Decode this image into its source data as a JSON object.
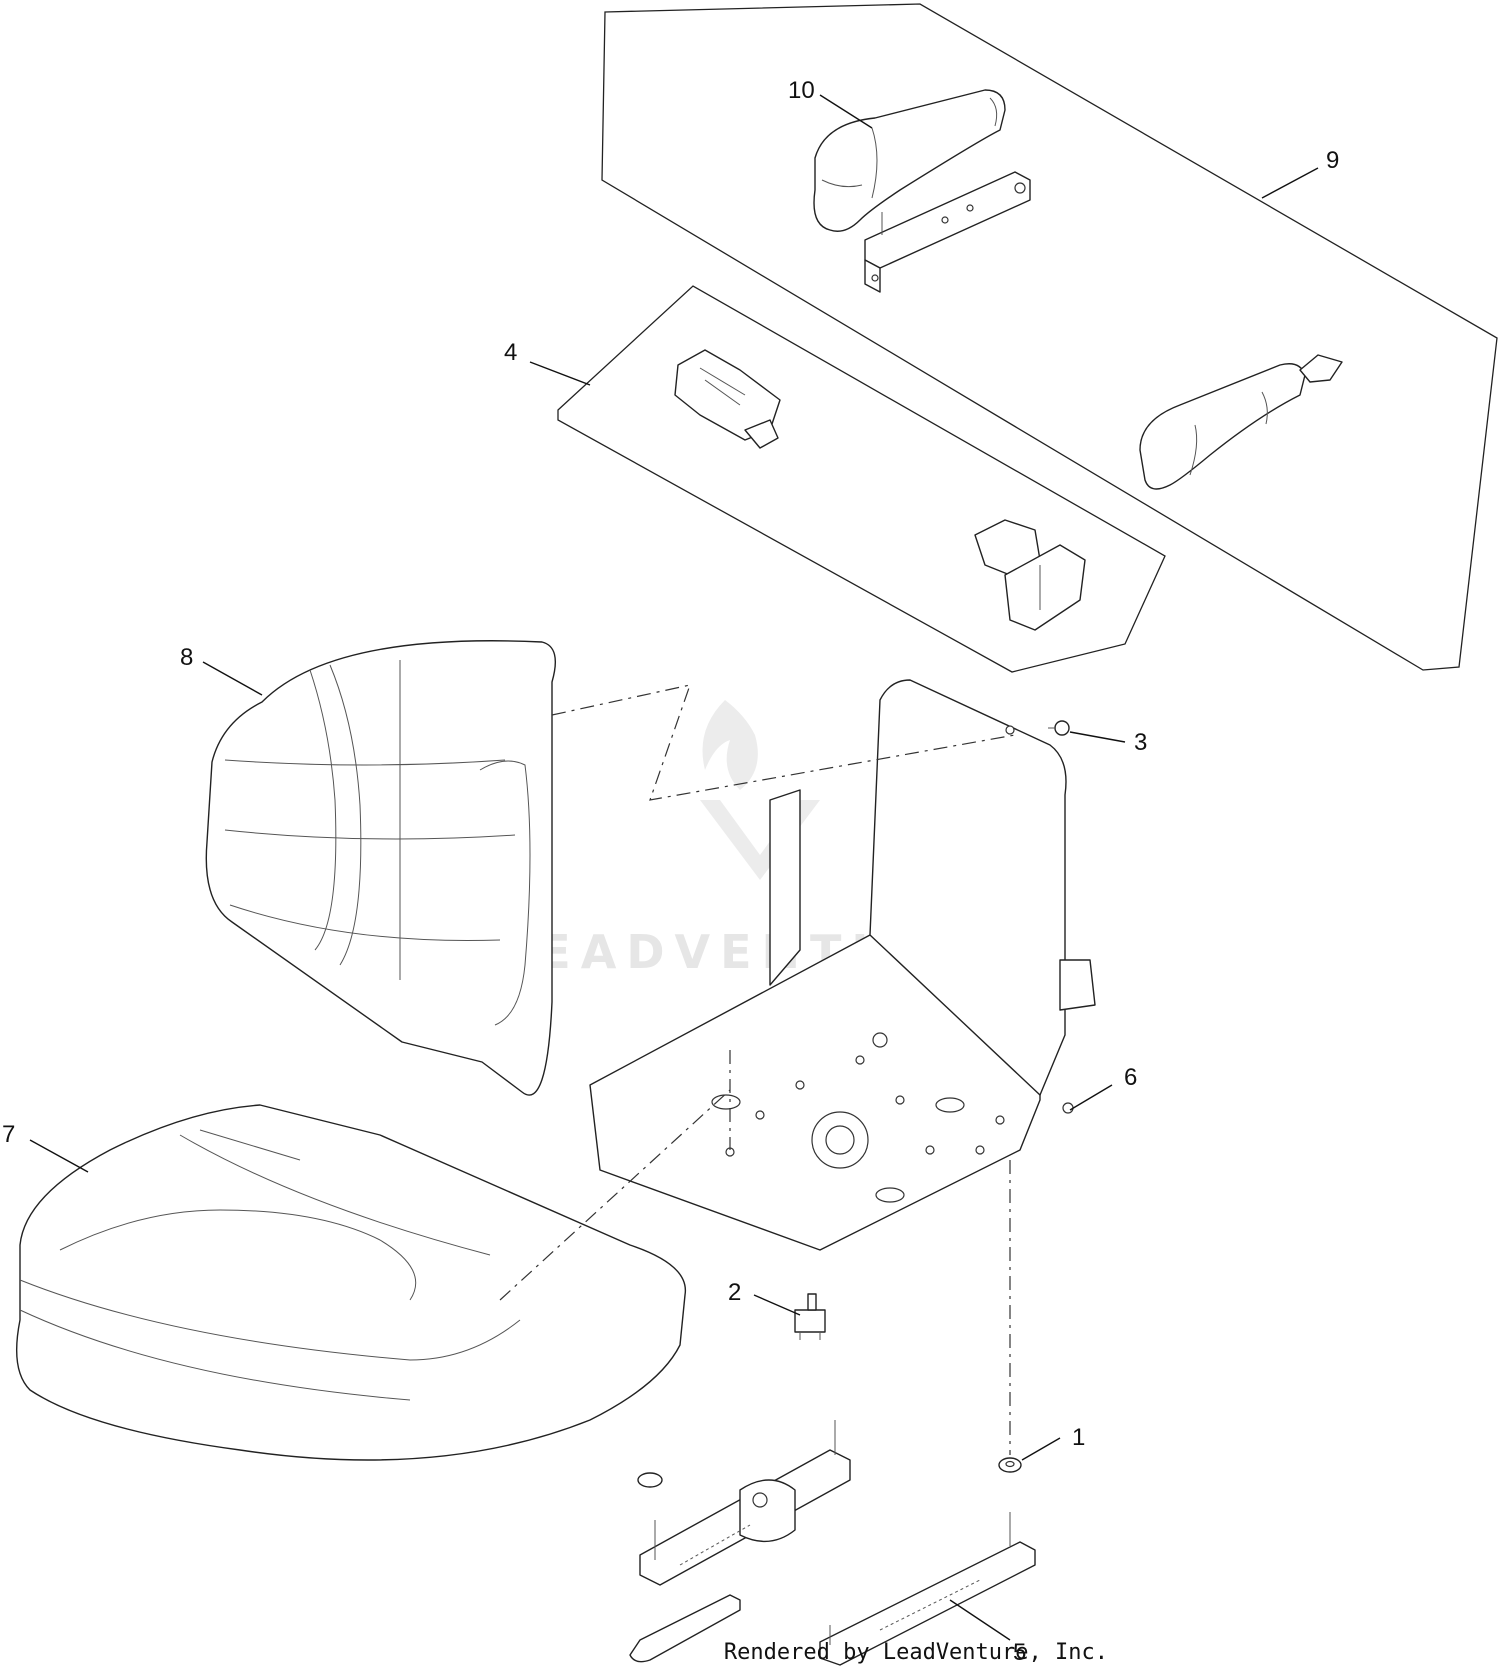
{
  "callouts": [
    {
      "id": "1",
      "label": "1"
    },
    {
      "id": "2",
      "label": "2"
    },
    {
      "id": "3",
      "label": "3"
    },
    {
      "id": "4",
      "label": "4"
    },
    {
      "id": "5",
      "label": "5"
    },
    {
      "id": "6",
      "label": "6"
    },
    {
      "id": "7",
      "label": "7"
    },
    {
      "id": "8",
      "label": "8"
    },
    {
      "id": "9",
      "label": "9"
    },
    {
      "id": "10",
      "label": "10"
    }
  ],
  "watermark": "LEADVENTURE",
  "footer": "Rendered by LeadVenture, Inc."
}
